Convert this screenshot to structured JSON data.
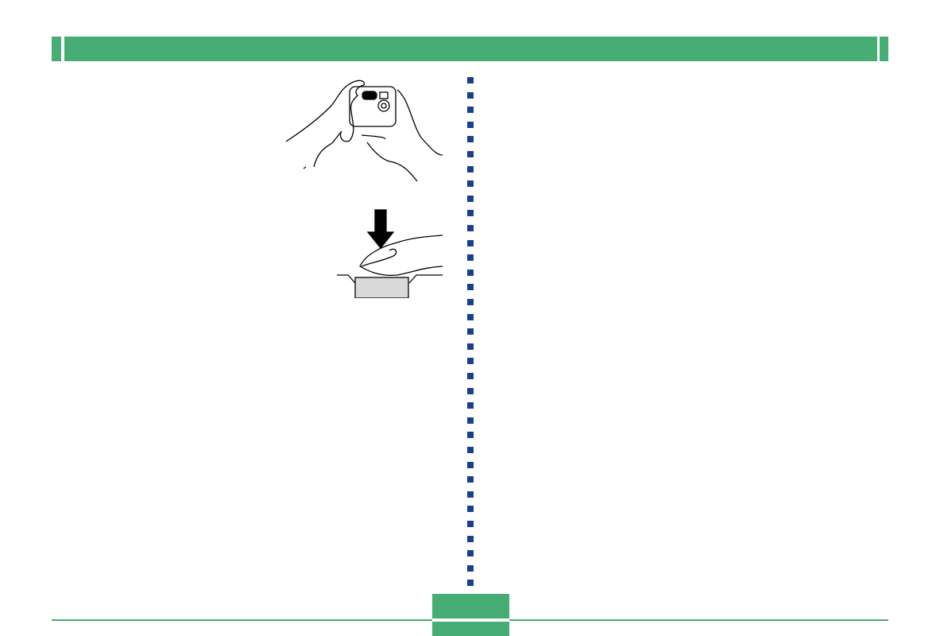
{
  "colors": {
    "accent": "#46ad74",
    "divider_dots": "#1a3f8f",
    "button_fill": "#d9d9d9"
  },
  "illustrations": [
    "hands-holding-camera-illustration",
    "finger-pressing-shutter-illustration"
  ],
  "divider": {
    "dot_count": 35
  }
}
